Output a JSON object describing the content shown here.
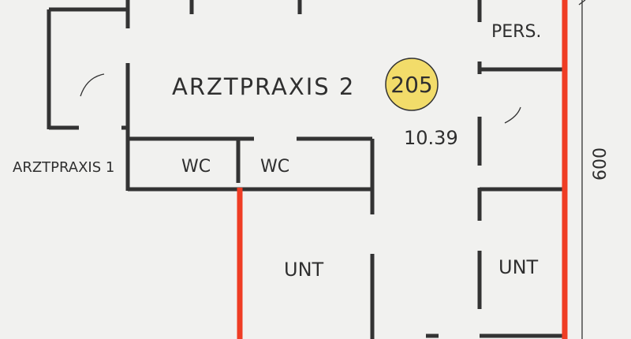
{
  "rooms": {
    "arztpraxis_2": "ARZTPRAXIS 2",
    "arztpraxis_1": "ARZTPRAXIS 1",
    "pers": "PERS.",
    "wc_left": "WC",
    "wc_right": "WC",
    "unt_left": "UNT",
    "unt_right": "UNT"
  },
  "room_badge": {
    "number": "205",
    "color": "#f2dc6a"
  },
  "area_label": "10.39",
  "dimension_label": "600",
  "colors": {
    "wall": "#333333",
    "highlight_wall": "#ef3d24",
    "background": "#f1f1ef"
  }
}
